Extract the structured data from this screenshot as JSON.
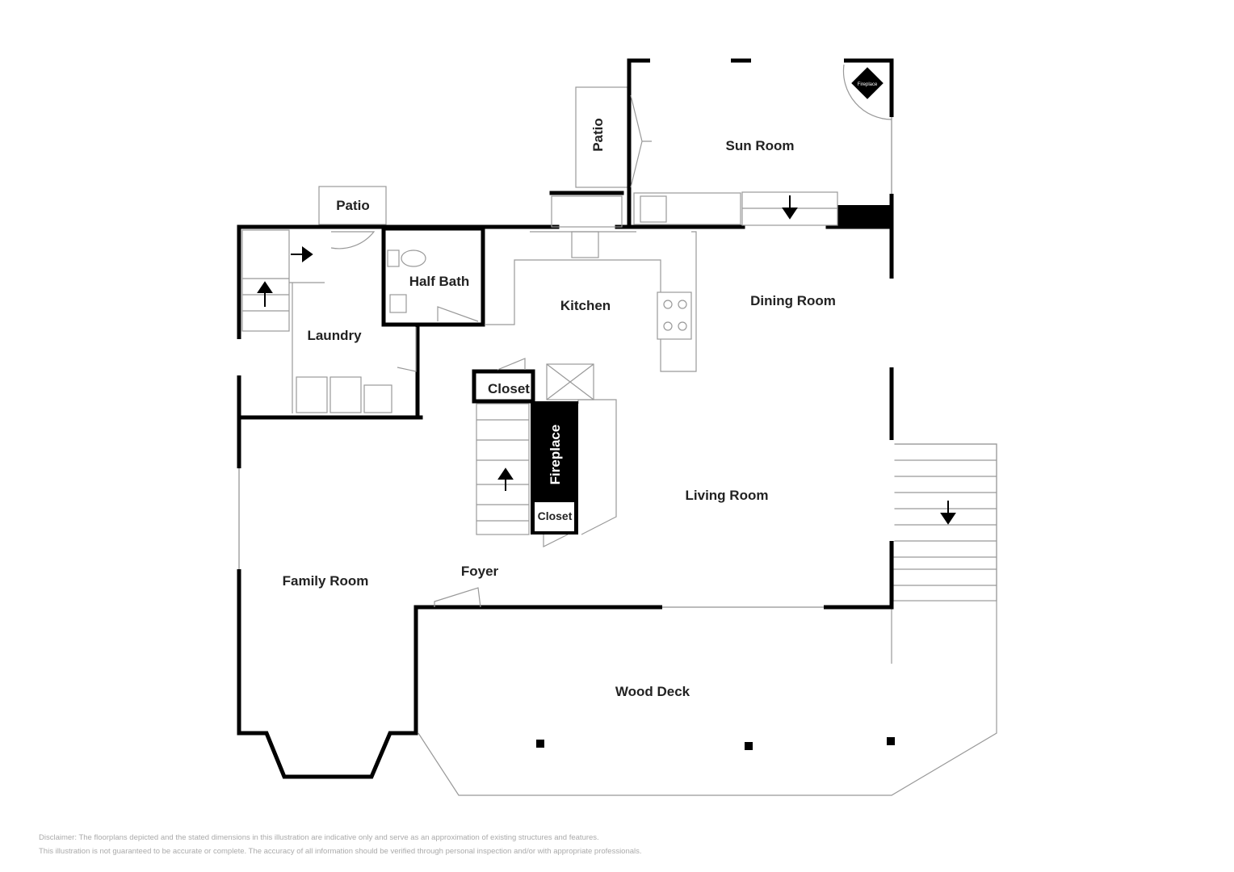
{
  "rooms": {
    "sun_room": "Sun Room",
    "patio_top": "Patio",
    "patio_left": "Patio",
    "half_bath": "Half Bath",
    "kitchen": "Kitchen",
    "dining_room": "Dining Room",
    "laundry": "Laundry",
    "closet_upper": "Closet",
    "fireplace_main": "Fireplace",
    "closet_lower": "Closet",
    "living_room": "Living Room",
    "family_room": "Family Room",
    "foyer": "Foyer",
    "wood_deck": "Wood Deck",
    "fireplace_sunroom": "Fireplace"
  },
  "disclaimer": {
    "line1": "Disclaimer: The floorplans depicted and the stated dimensions in this illustration are indicative only and serve as an approximation of existing structures and features.",
    "line2": "This illustration is not guaranteed to be accurate or complete. The accuracy of all information should be verified through personal inspection and/or with appropriate professionals."
  }
}
